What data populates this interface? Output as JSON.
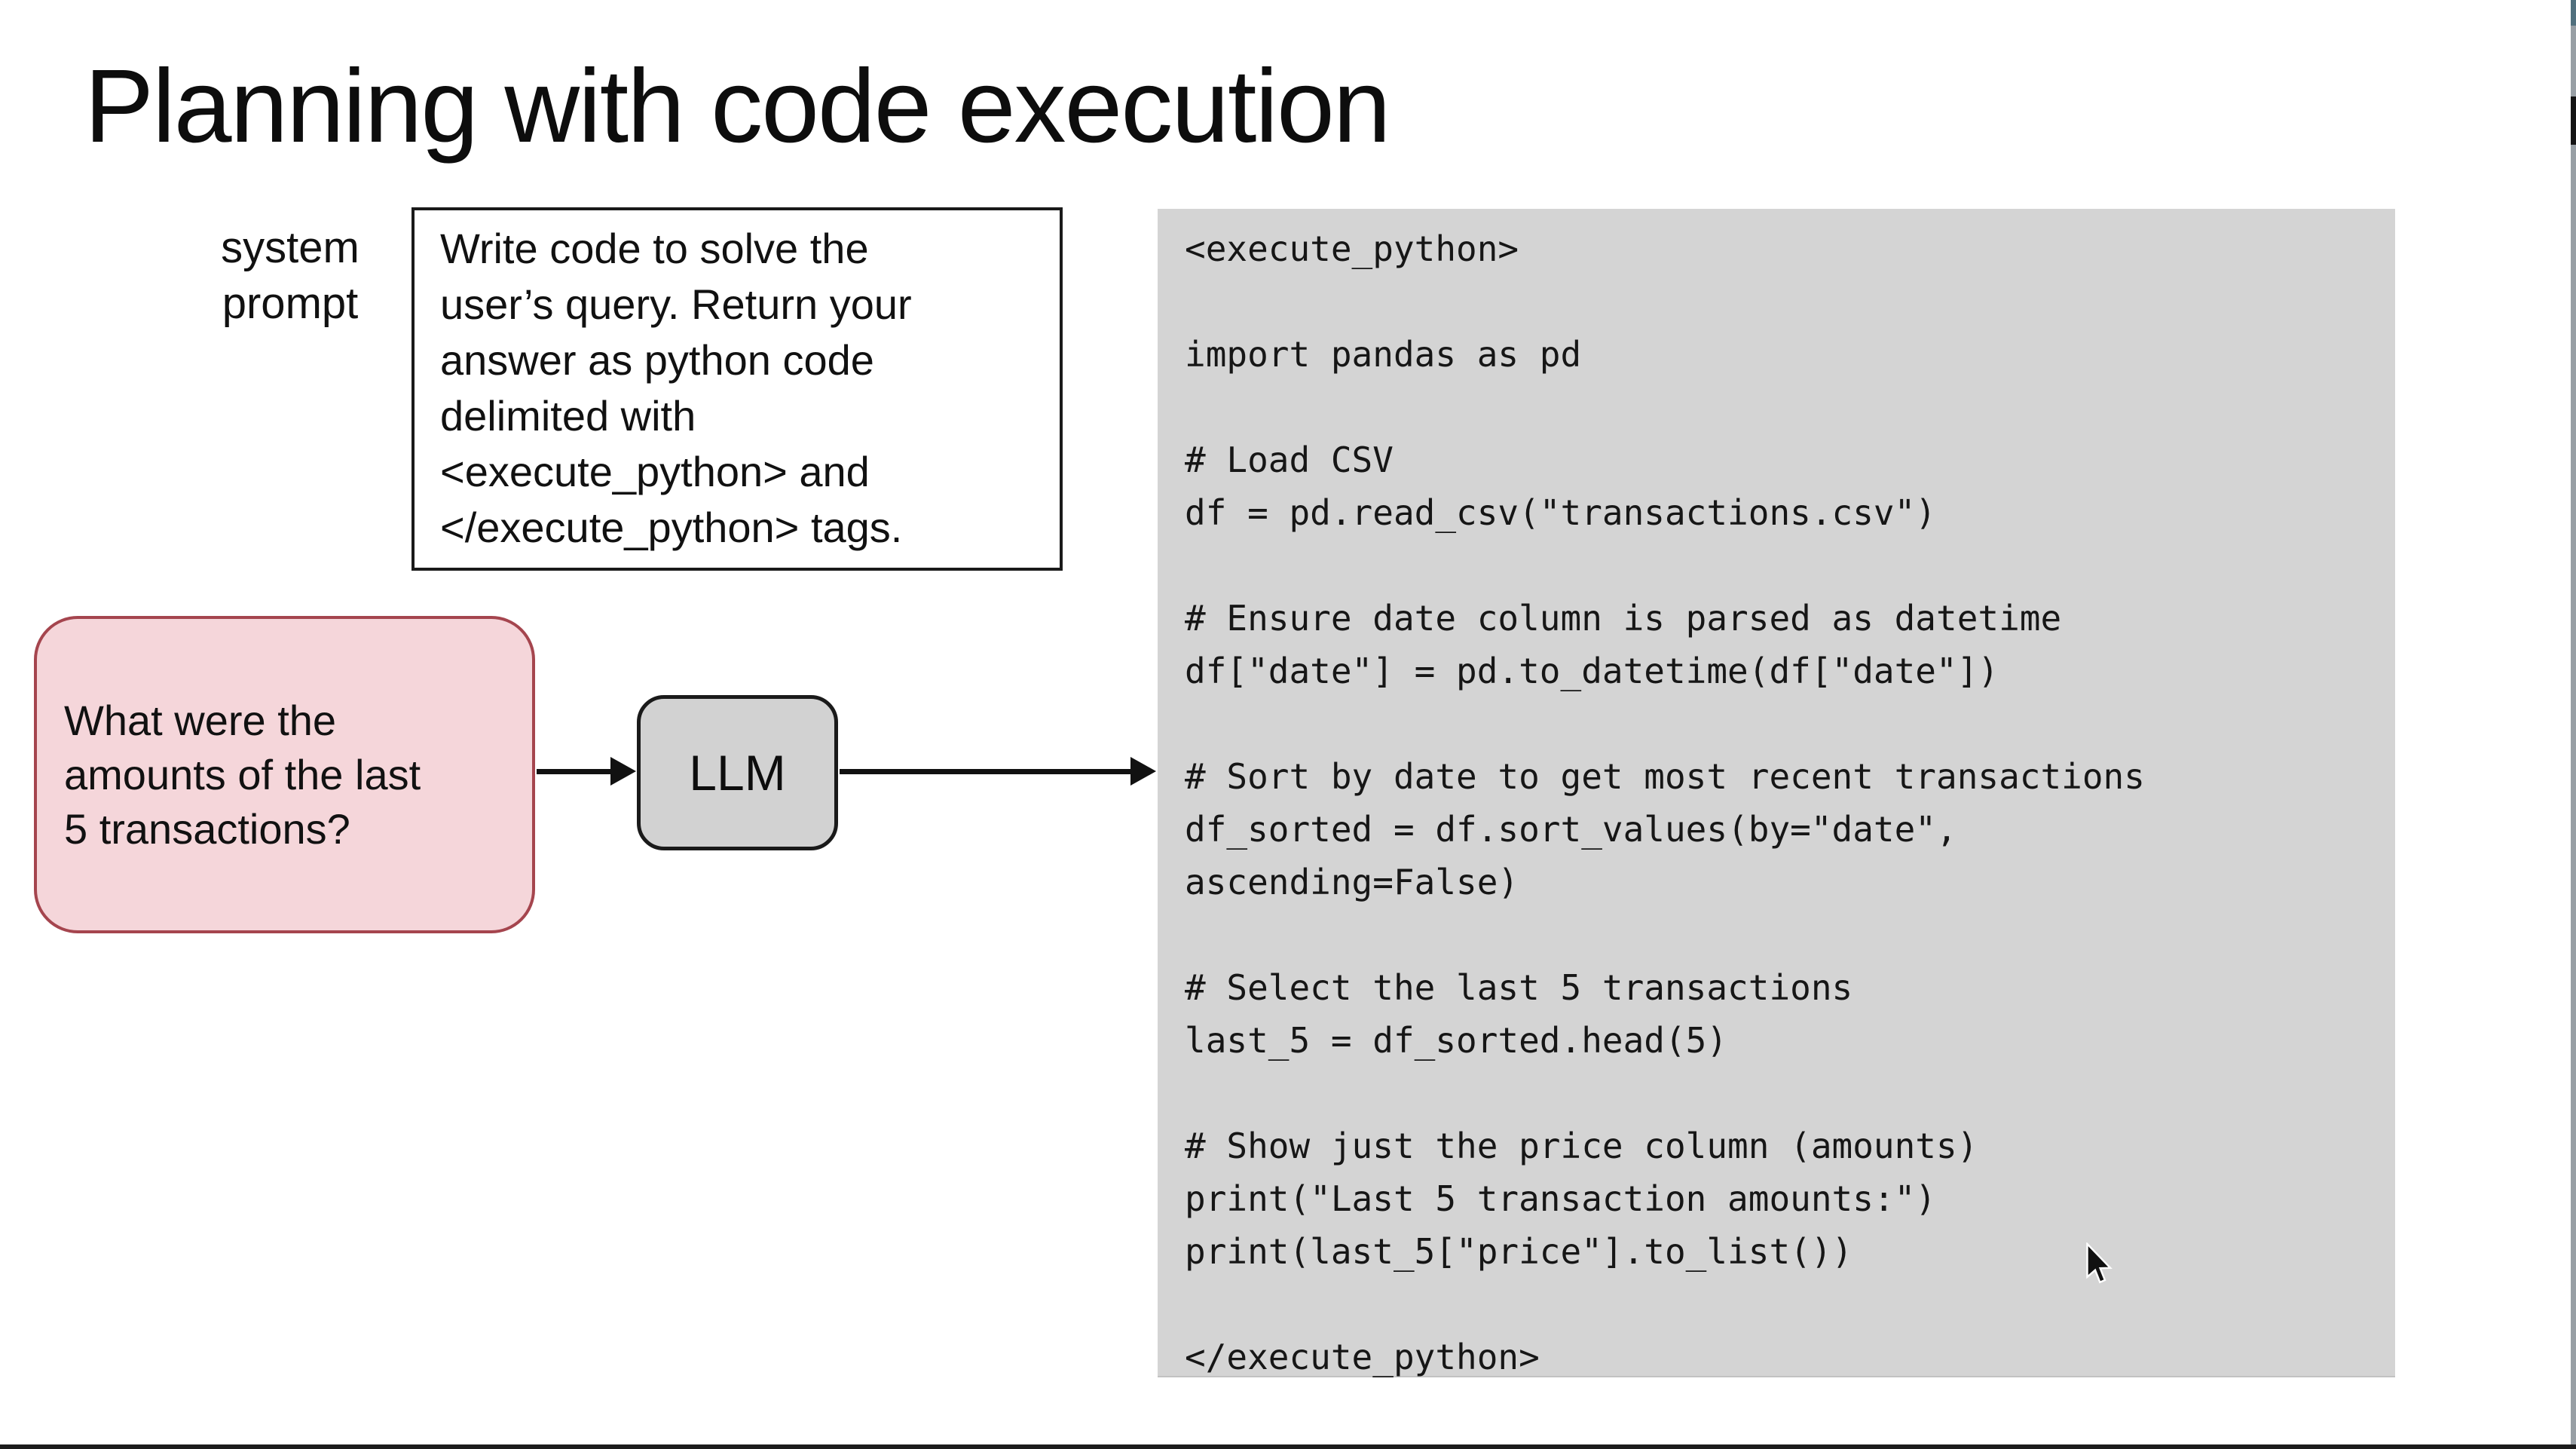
{
  "slide": {
    "title": "Planning with code execution",
    "system_prompt": {
      "label": "system\nprompt",
      "text": "Write code to solve the\nuser’s query. Return your\nanswer as python code\ndelimited with\n<execute_python> and\n</execute_python> tags."
    },
    "user_query": "What were the\namounts of the last\n5 transactions?",
    "llm_label": "LLM",
    "code_block": "<execute_python>\n\nimport pandas as pd\n\n# Load CSV\ndf = pd.read_csv(\"transactions.csv\")\n\n# Ensure date column is parsed as datetime\ndf[\"date\"] = pd.to_datetime(df[\"date\"])\n\n# Sort by date to get most recent transactions\ndf_sorted = df.sort_values(by=\"date\",\nascending=False)\n\n# Select the last 5 transactions\nlast_5 = df_sorted.head(5)\n\n# Show just the price column (amounts)\nprint(\"Last 5 transaction amounts:\")\nprint(last_5[\"price\"].to_list())\n\n</execute_python>",
    "colors": {
      "query_box_fill": "#f5d6da",
      "query_box_border": "#a5454e",
      "code_block_bg": "#d4d4d4",
      "llm_box_fill": "#d2d2d2"
    }
  }
}
